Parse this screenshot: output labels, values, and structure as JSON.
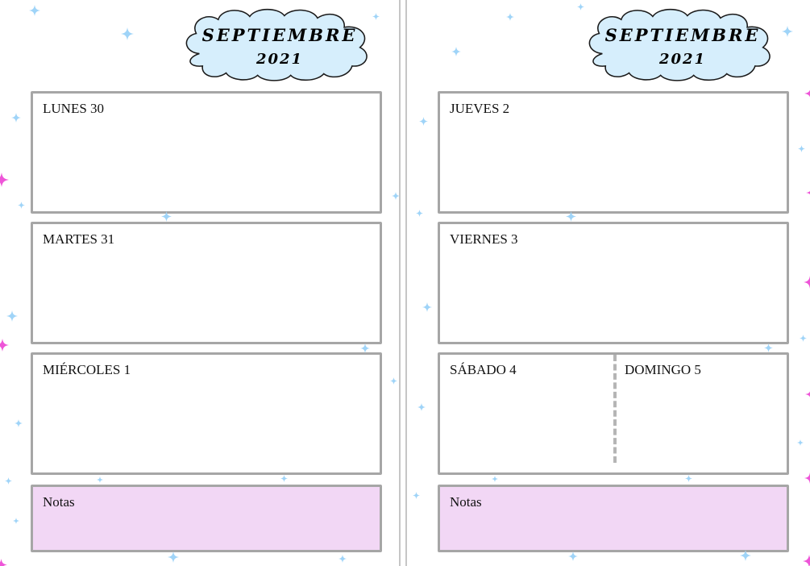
{
  "pages": [
    {
      "header": {
        "month": "SEPTIEMBRE",
        "year": "2021"
      },
      "days": [
        {
          "label": "LUNES 30"
        },
        {
          "label": "MARTES 31"
        },
        {
          "label": "MIÉRCOLES 1"
        }
      ],
      "notes": {
        "label": "Notas"
      }
    },
    {
      "header": {
        "month": "SEPTIEMBRE",
        "year": "2021"
      },
      "days": [
        {
          "label": "JUEVES 2"
        },
        {
          "label": "VIERNES 3"
        }
      ],
      "weekend": {
        "saturday": "SÁBADO 4",
        "sunday": "DOMINGO 5"
      },
      "notes": {
        "label": "Notas"
      }
    }
  ],
  "colors": {
    "sparkle_blue": "#9fd4f8",
    "sparkle_pink": "#ee55d8",
    "cloud_fill": "#d6eefc",
    "cloud_outline": "#1a1a1a",
    "notes_pink": "#f2d7f5",
    "box_border": "#a6a6a6"
  }
}
